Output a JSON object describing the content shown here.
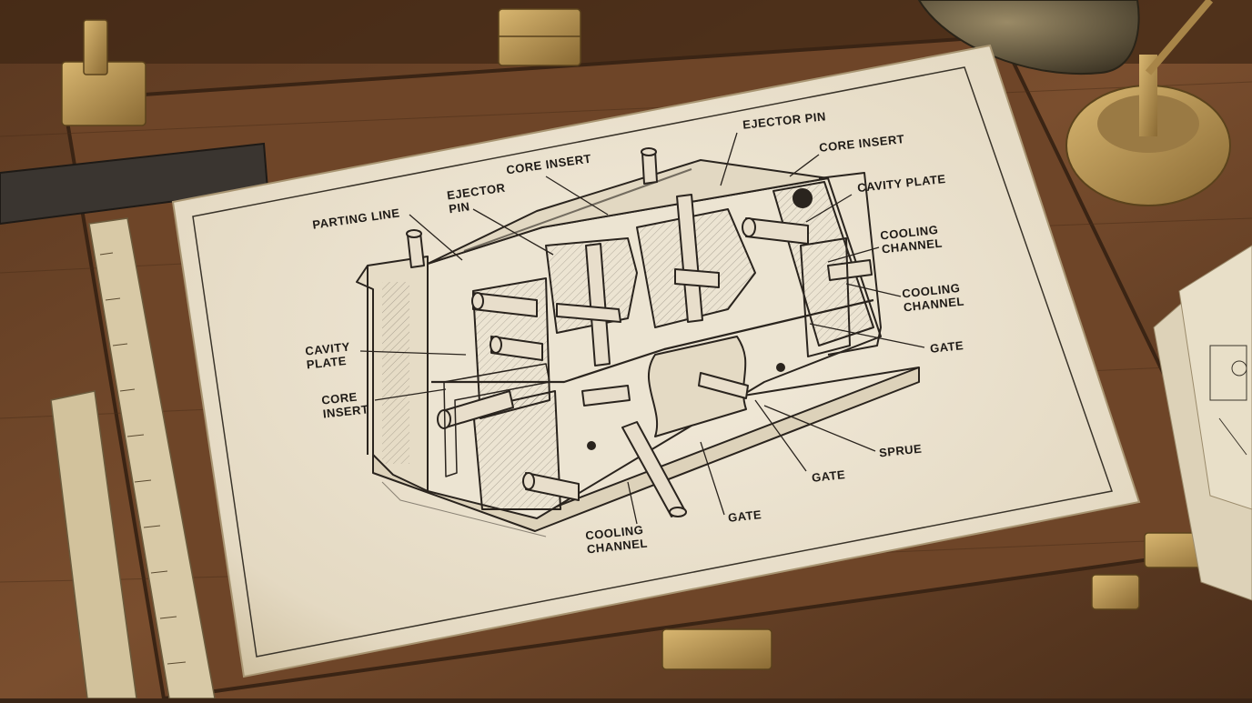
{
  "diagram": {
    "labels": {
      "parting_line": "PARTING LINE",
      "core_insert_top": "CORE INSERT",
      "ejector_pin_left": "EJECTOR\nPIN",
      "ejector_pin_top": "EJECTOR PIN",
      "core_insert_right": "CORE INSERT",
      "cavity_plate_right": "CAVITY PLATE",
      "cooling_channel_right_1": "COOLING\nCHANNEL",
      "cooling_channel_right_2": "COOLING\nCHANNEL",
      "gate_right": "GATE",
      "cavity_plate_left": "CAVITY\nPLATE",
      "core_insert_left": "CORE\nINSERT",
      "sprue": "SPRUE",
      "gate_bottom_right": "GATE",
      "gate_bottom": "GATE",
      "cooling_channel_bottom": "COOLING\nCHANNEL"
    }
  },
  "colors": {
    "desk": "#6b4428",
    "paper": "#ece4d2",
    "ink": "#2a241e",
    "brass": "#b08a4a"
  }
}
